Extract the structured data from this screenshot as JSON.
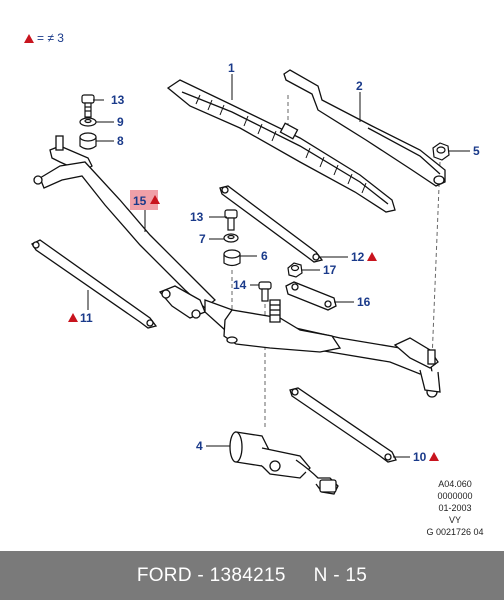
{
  "legend": {
    "text": "= ≠ 3"
  },
  "callouts": [
    {
      "id": "c1",
      "label": "1"
    },
    {
      "id": "c2",
      "label": "2"
    },
    {
      "id": "c4",
      "label": "4"
    },
    {
      "id": "c5",
      "label": "5"
    },
    {
      "id": "c6",
      "label": "6"
    },
    {
      "id": "c7",
      "label": "7"
    },
    {
      "id": "c8",
      "label": "8"
    },
    {
      "id": "c9",
      "label": "9"
    },
    {
      "id": "c10",
      "label": "10"
    },
    {
      "id": "c11",
      "label": "11"
    },
    {
      "id": "c12",
      "label": "12"
    },
    {
      "id": "c13a",
      "label": "13"
    },
    {
      "id": "c13b",
      "label": "13"
    },
    {
      "id": "c14",
      "label": "14"
    },
    {
      "id": "c15",
      "label": "15"
    },
    {
      "id": "c16",
      "label": "16"
    },
    {
      "id": "c17",
      "label": "17"
    }
  ],
  "reference": {
    "line1": "A04.060",
    "line2": "0000000",
    "line3": "01-2003",
    "line4": "VY",
    "line5": "G 0021726 04"
  },
  "footer": {
    "brand": "FORD",
    "part_number": "1384215",
    "position": "N - 15"
  },
  "colors": {
    "callout": "#1a3a8a",
    "triangle": "#c8141e",
    "highlight": "#f0a0a8",
    "footer_bg": "#7a7a7a"
  }
}
